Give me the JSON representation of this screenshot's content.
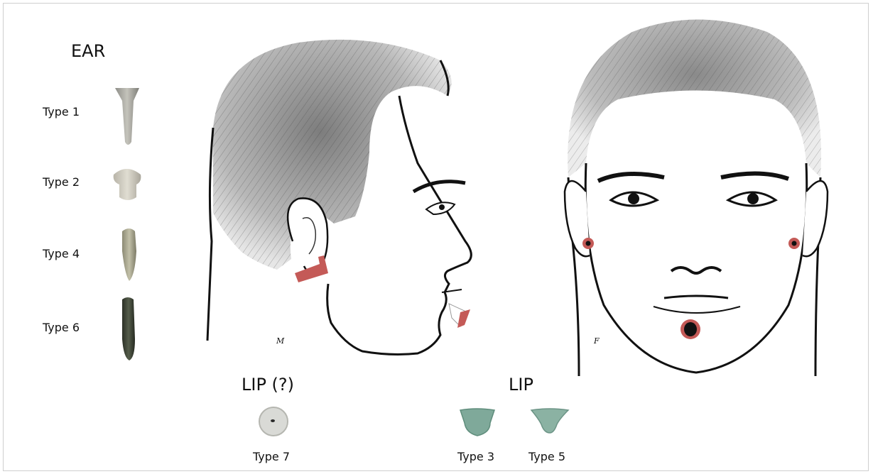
{
  "ear": {
    "heading": "EAR",
    "types": [
      "Type 1",
      "Type 2",
      "Type 4",
      "Type 6"
    ]
  },
  "faces": {
    "male_letter": "M",
    "female_letter": "F"
  },
  "lip_uncertain": {
    "heading": "LIP (?)",
    "types": [
      "Type 7"
    ]
  },
  "lip": {
    "heading": "LIP",
    "types": [
      "Type 3",
      "Type 5"
    ]
  },
  "colors": {
    "ornament_red": "#c45a57",
    "stone_gray": "#9a9a94",
    "stone_green": "#7fae9c",
    "stone_dark": "#3a4034",
    "hair_shade": "#9c9c9c"
  }
}
